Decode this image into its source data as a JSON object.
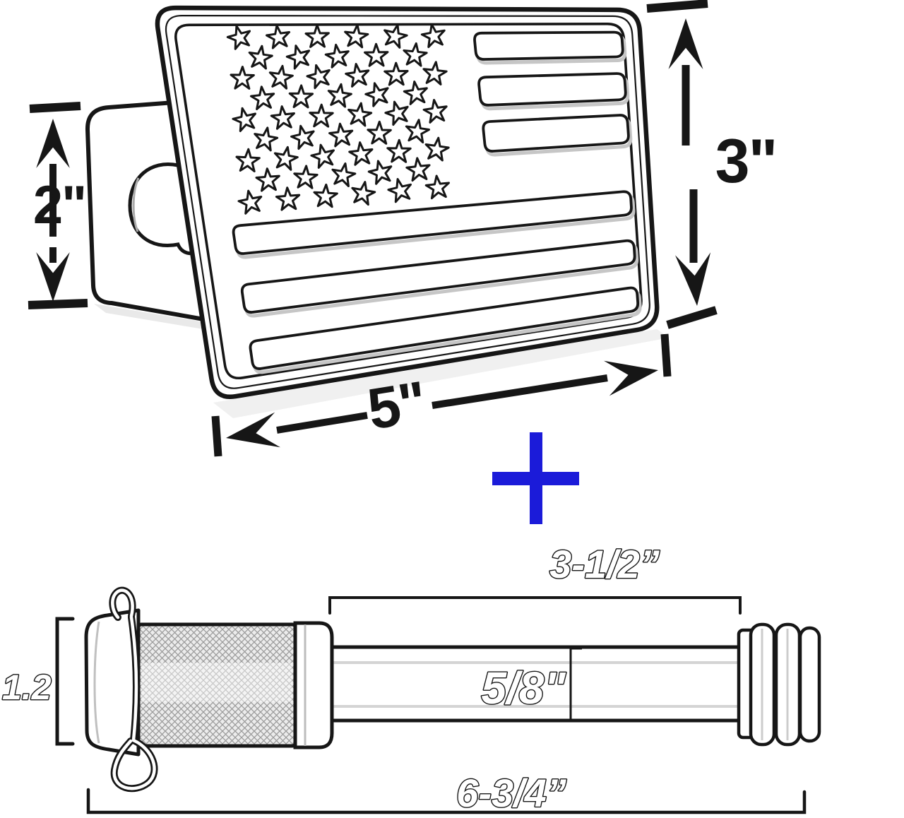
{
  "dims": {
    "tube_height": "2\"",
    "plate_height": "3\"",
    "plate_width": "5\"",
    "pin_shaft_length": "3-1/2”",
    "pin_head_height": "1.2",
    "pin_diameter": "5/8\"",
    "pin_total_length": "6-3/4”"
  },
  "colors": {
    "ink": "#161616",
    "plus_blue": "#1b1bd9",
    "shade": "#e6e6e6"
  },
  "flag": {
    "star_rows": [
      6,
      5,
      6,
      5,
      6,
      5,
      6,
      5,
      6
    ],
    "star_count": 50,
    "short_stripes": 3,
    "long_stripes": 3
  }
}
